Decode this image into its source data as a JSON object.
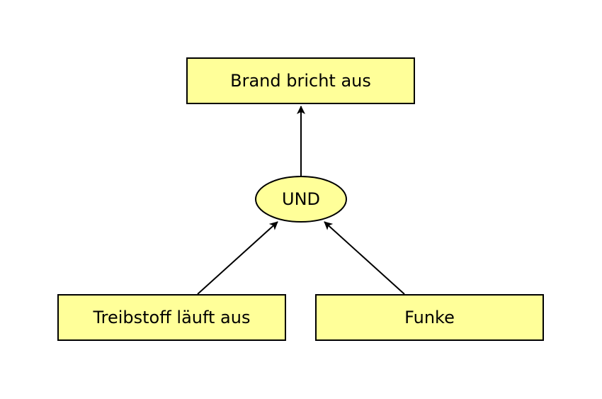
{
  "diagram": {
    "type": "fault-tree",
    "nodes": {
      "top_event": {
        "label": "Brand bricht aus",
        "shape": "rectangle"
      },
      "and_gate": {
        "label": "UND",
        "shape": "ellipse"
      },
      "fuel_leak": {
        "label": "Treibstoff läuft aus",
        "shape": "rectangle"
      },
      "spark": {
        "label": "Funke",
        "shape": "rectangle"
      }
    },
    "edges": [
      {
        "from": "and_gate",
        "to": "top_event"
      },
      {
        "from": "fuel_leak",
        "to": "and_gate"
      },
      {
        "from": "spark",
        "to": "and_gate"
      }
    ],
    "colors": {
      "node_fill": "#ffff99",
      "stroke": "#000000",
      "background": "#ffffff"
    }
  }
}
